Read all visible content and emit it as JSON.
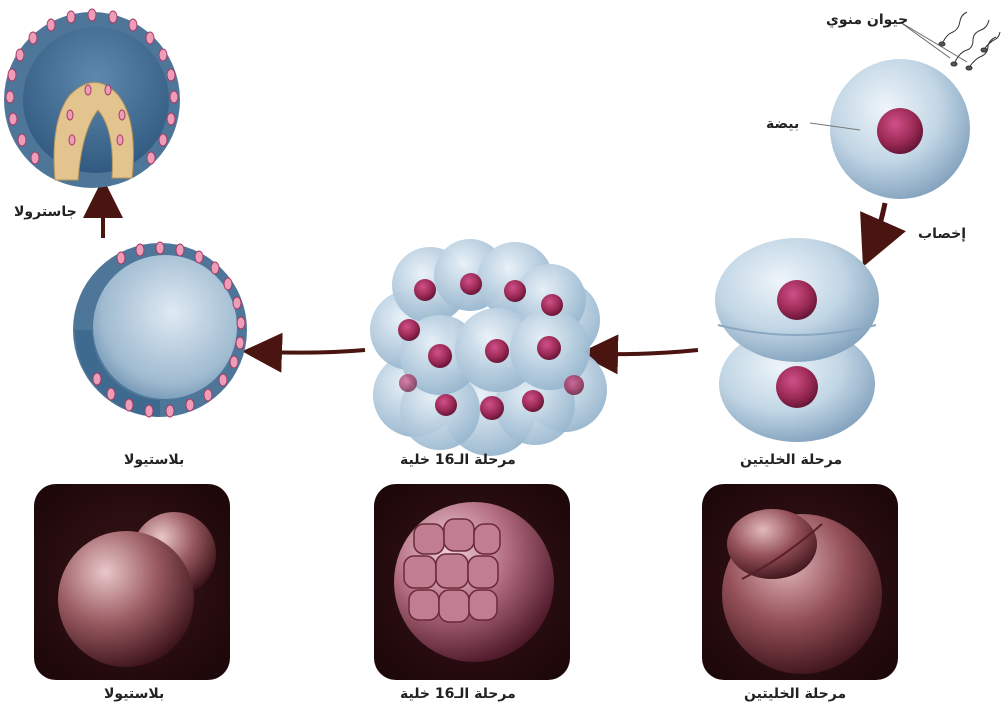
{
  "labels": {
    "sperm": "حيوان منوي",
    "egg": "بيضة",
    "fertilization": "إخصاب",
    "gastrula": "جاسترولا",
    "blastula": "بلاستيولا",
    "sixteen_cell": "مرحلة الـ16 خلية",
    "two_cell": "مرحلة الخليتين",
    "photo_blastula": "بلاستيولا",
    "photo_sixteen_cell": "مرحلة الـ16 خلية",
    "photo_two_cell": "مرحلة الخليتين"
  },
  "colors": {
    "cell_light": "#d7e6f1",
    "cell_mid": "#a9c2d6",
    "cell_dark": "#6f93b3",
    "nucleus": "#9b2a55",
    "arrow": "#4a1410",
    "yolk": "#e4c48e",
    "photo_bg": "#2a0c10"
  }
}
